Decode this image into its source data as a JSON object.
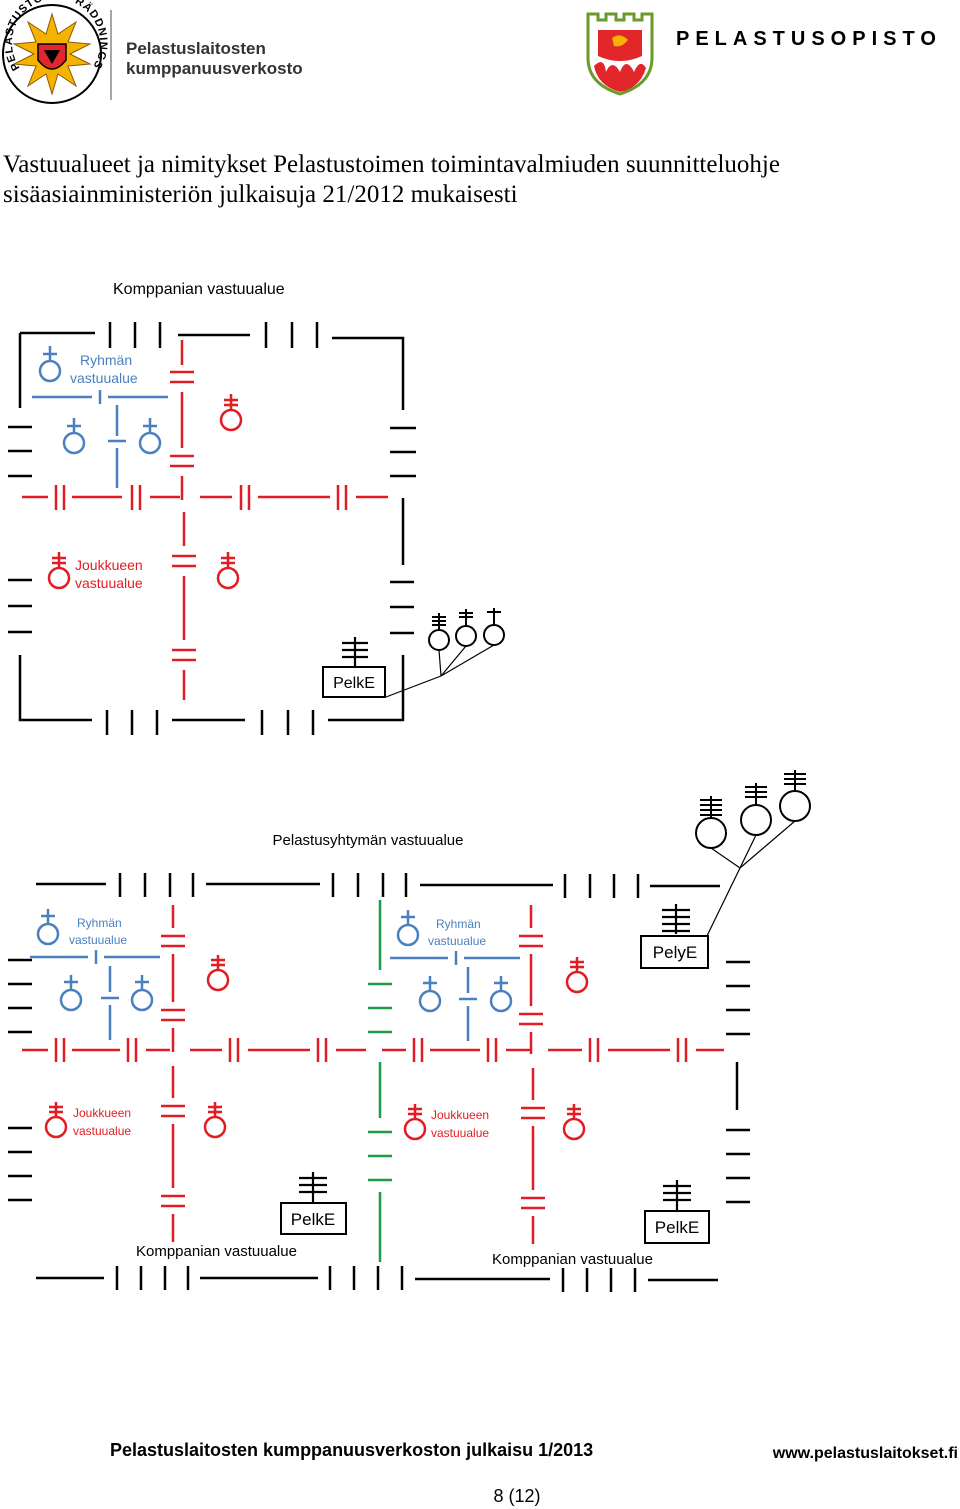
{
  "header": {
    "org_logo_ring_text": "PELASTUSTOIMI · RÄDDNINGSVÄSENDET",
    "org_name_line1": "Pelastuslaitosten",
    "org_name_line2": "kumppanuusverkosto",
    "school_name": "PELASTUSOPISTO"
  },
  "heading": {
    "line1": "Vastuualueet ja nimitykset Pelastustoimen toimintavalmiuden suunnitteluohje",
    "line2": "sisäasiainministeriön julkaisuja 21/2012 mukaisesti"
  },
  "diagram1": {
    "title": "Komppanian vastuualue",
    "group_line1": "Ryhmän",
    "group_line2": "vastuualue",
    "platoon_line1": "Joukkueen",
    "platoon_line2": "vastuualue",
    "command_unit": "PelkE"
  },
  "diagram2": {
    "title": "Pelastusyhtymän vastuualue",
    "group_line1": "Ryhmän",
    "group_line2": "vastuualue",
    "platoon_line1": "Joukkueen",
    "platoon_line2": "vastuualue",
    "command_unit_top": "PelyE",
    "command_unit": "PelkE",
    "company_label": "Komppanian vastuualue"
  },
  "footer": {
    "publication": "Pelastuslaitosten kumppanuusverkoston julkaisu 1/2013",
    "website": "www.pelastuslaitokset.fi",
    "page": "8 (12)"
  },
  "colors": {
    "red": "#e21c23",
    "blue": "#4a80c0",
    "green": "#1e9a4a",
    "black": "#000000",
    "logo_gold": "#f5b200",
    "logo_red": "#e2262a"
  }
}
